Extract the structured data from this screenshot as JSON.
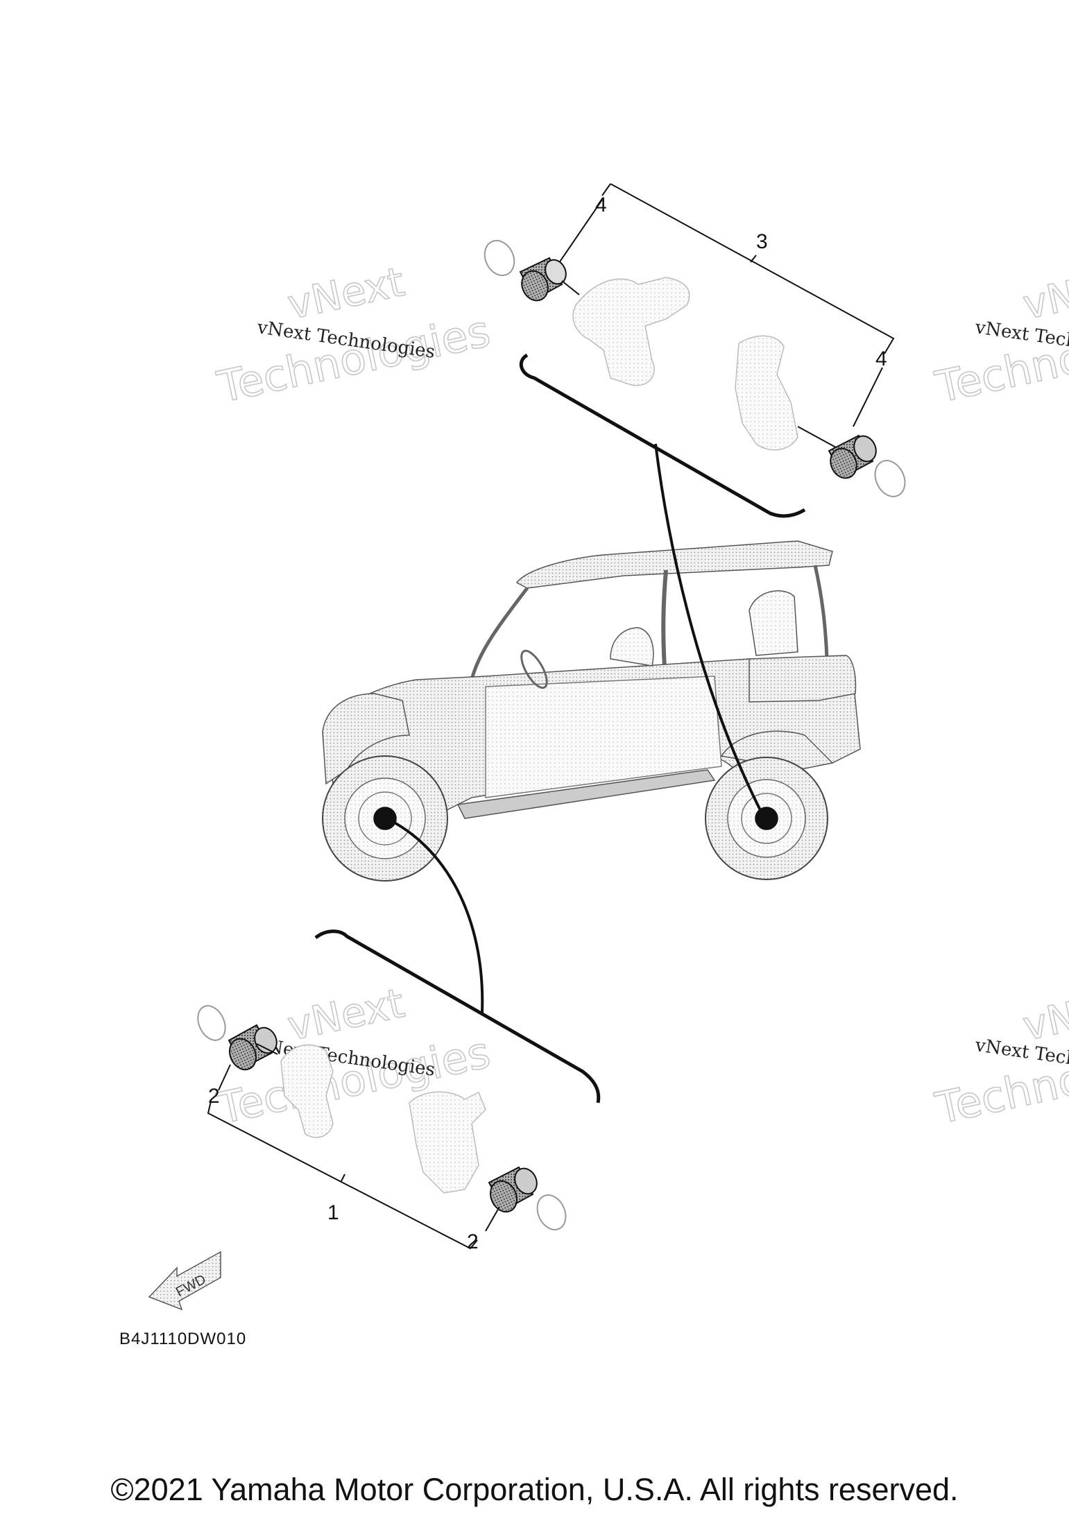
{
  "callouts": {
    "c1": "1",
    "c2a": "2",
    "c2b": "2",
    "c3": "3",
    "c4a": "4",
    "c4b": "4"
  },
  "drawing_code": "B4J1110DW010",
  "fwd_label": "FWD",
  "watermark": {
    "line1": "vNext Technologies",
    "word_a": "vNext",
    "word_b": "Technologies"
  },
  "copyright": "©2021 Yamaha Motor Corporation, U.S.A. All rights reserved."
}
